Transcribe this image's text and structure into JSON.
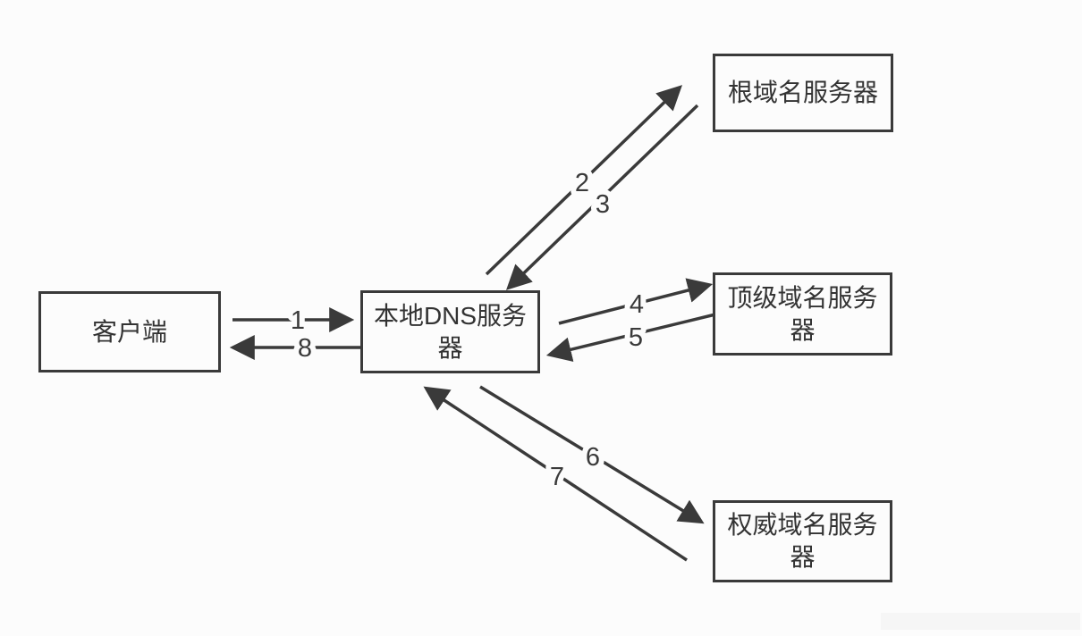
{
  "diagram": {
    "colors": {
      "background": "#fcfcfc",
      "line": "#3a3a3a",
      "box_border": "#3a3a3a",
      "text": "#333333"
    },
    "nodes": [
      {
        "id": "client",
        "label": "客户端",
        "lines": [
          "客户端"
        ]
      },
      {
        "id": "local-dns",
        "label": "本地DNS服务器",
        "lines": [
          "本地DNS服务",
          "器"
        ]
      },
      {
        "id": "root-dns",
        "label": "根域名服务器",
        "lines": [
          "根域名服务器"
        ]
      },
      {
        "id": "tld-dns",
        "label": "顶级域名服务器",
        "lines": [
          "顶级域名服务",
          "器"
        ]
      },
      {
        "id": "auth-dns",
        "label": "权威域名服务器",
        "lines": [
          "权威域名服务",
          "器"
        ]
      }
    ],
    "edges": [
      {
        "label": "1",
        "from": "client",
        "to": "local-dns"
      },
      {
        "label": "2",
        "from": "local-dns",
        "to": "root-dns"
      },
      {
        "label": "3",
        "from": "root-dns",
        "to": "local-dns"
      },
      {
        "label": "4",
        "from": "local-dns",
        "to": "tld-dns"
      },
      {
        "label": "5",
        "from": "tld-dns",
        "to": "local-dns"
      },
      {
        "label": "6",
        "from": "local-dns",
        "to": "auth-dns"
      },
      {
        "label": "7",
        "from": "auth-dns",
        "to": "local-dns"
      },
      {
        "label": "8",
        "from": "local-dns",
        "to": "client"
      }
    ]
  }
}
